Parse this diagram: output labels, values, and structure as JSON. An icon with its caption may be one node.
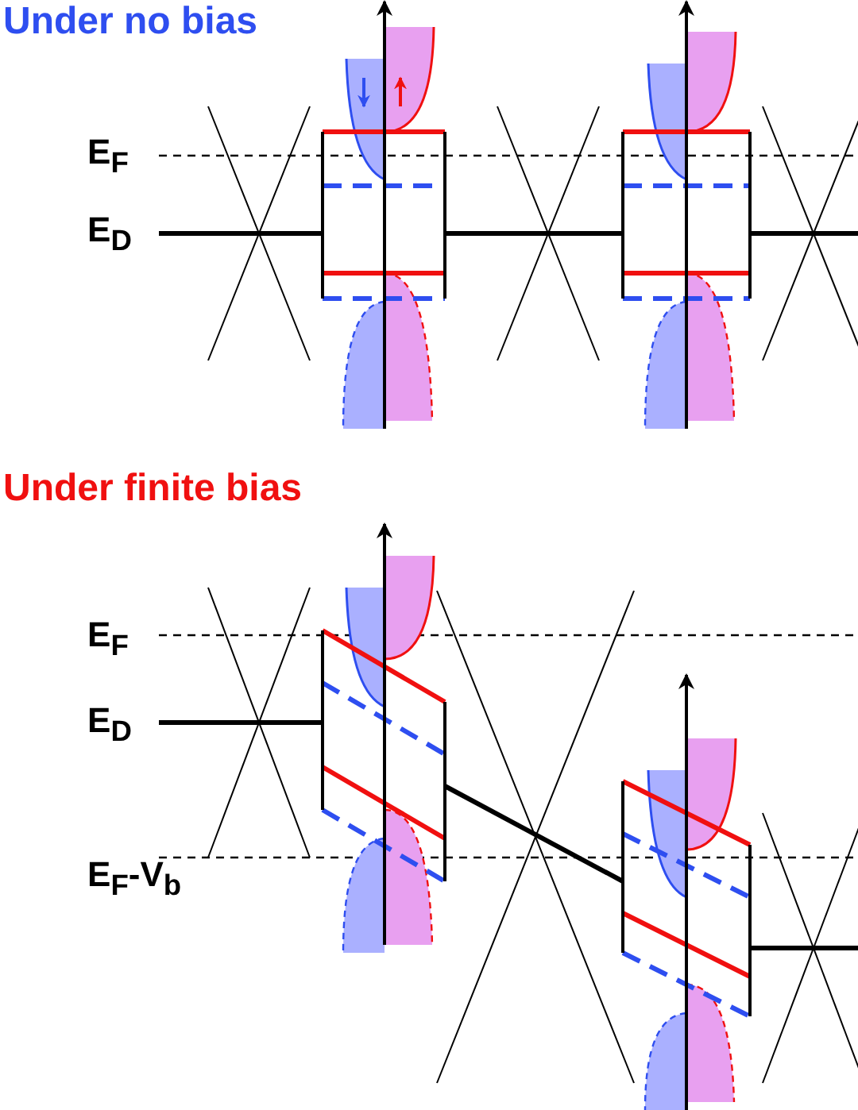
{
  "diagram": {
    "labels": [
      "Under no bias",
      "E$_{F}$",
      "E$_{D}$",
      "Under finite bias",
      "E$_{F}$",
      "E$_{D}$",
      "E$_{F}$-V$_{b}$"
    ]
  }
}
